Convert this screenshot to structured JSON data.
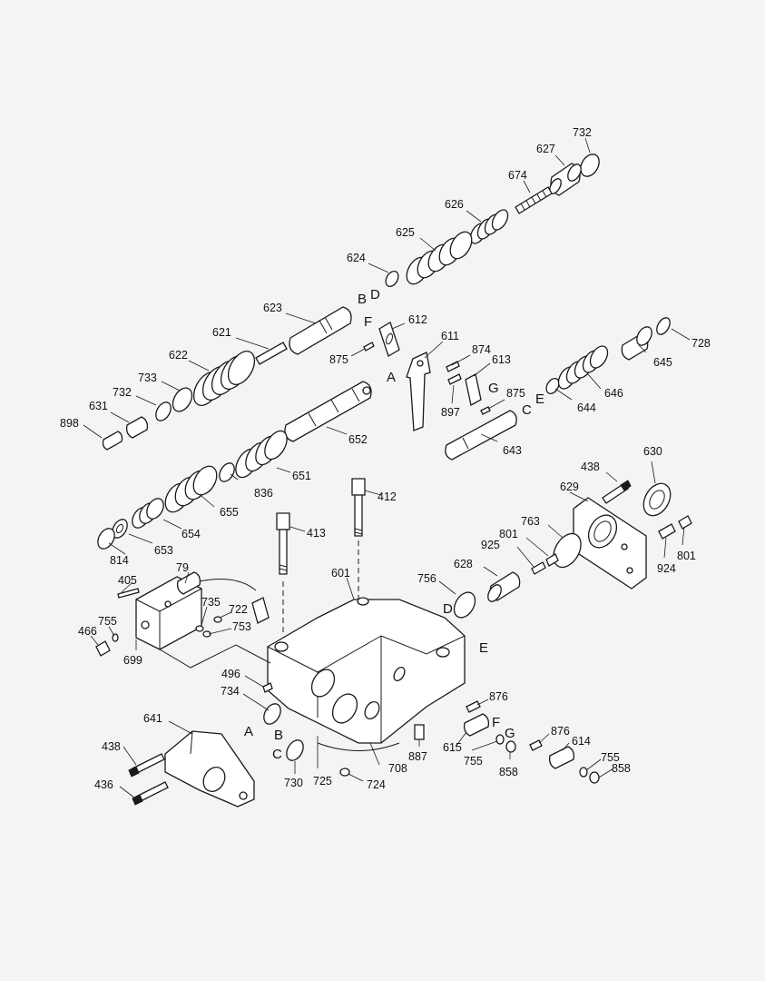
{
  "diagram": {
    "part_numbers": [
      "732",
      "627",
      "674",
      "626",
      "625",
      "624",
      "623",
      "621",
      "622",
      "612",
      "611",
      "874",
      "613",
      "875",
      "897",
      "733",
      "631",
      "898",
      "652",
      "651",
      "643",
      "644",
      "646",
      "645",
      "728",
      "836",
      "655",
      "654",
      "653",
      "814",
      "412",
      "413",
      "601",
      "438",
      "630",
      "629",
      "763",
      "801",
      "925",
      "924",
      "628",
      "756",
      "405",
      "79",
      "735",
      "722",
      "753",
      "755",
      "466",
      "699",
      "496",
      "734",
      "876",
      "887",
      "615",
      "858",
      "614",
      "641",
      "436",
      "730",
      "725",
      "708",
      "724"
    ],
    "letters": [
      "A",
      "B",
      "C",
      "D",
      "E",
      "F",
      "G"
    ]
  }
}
